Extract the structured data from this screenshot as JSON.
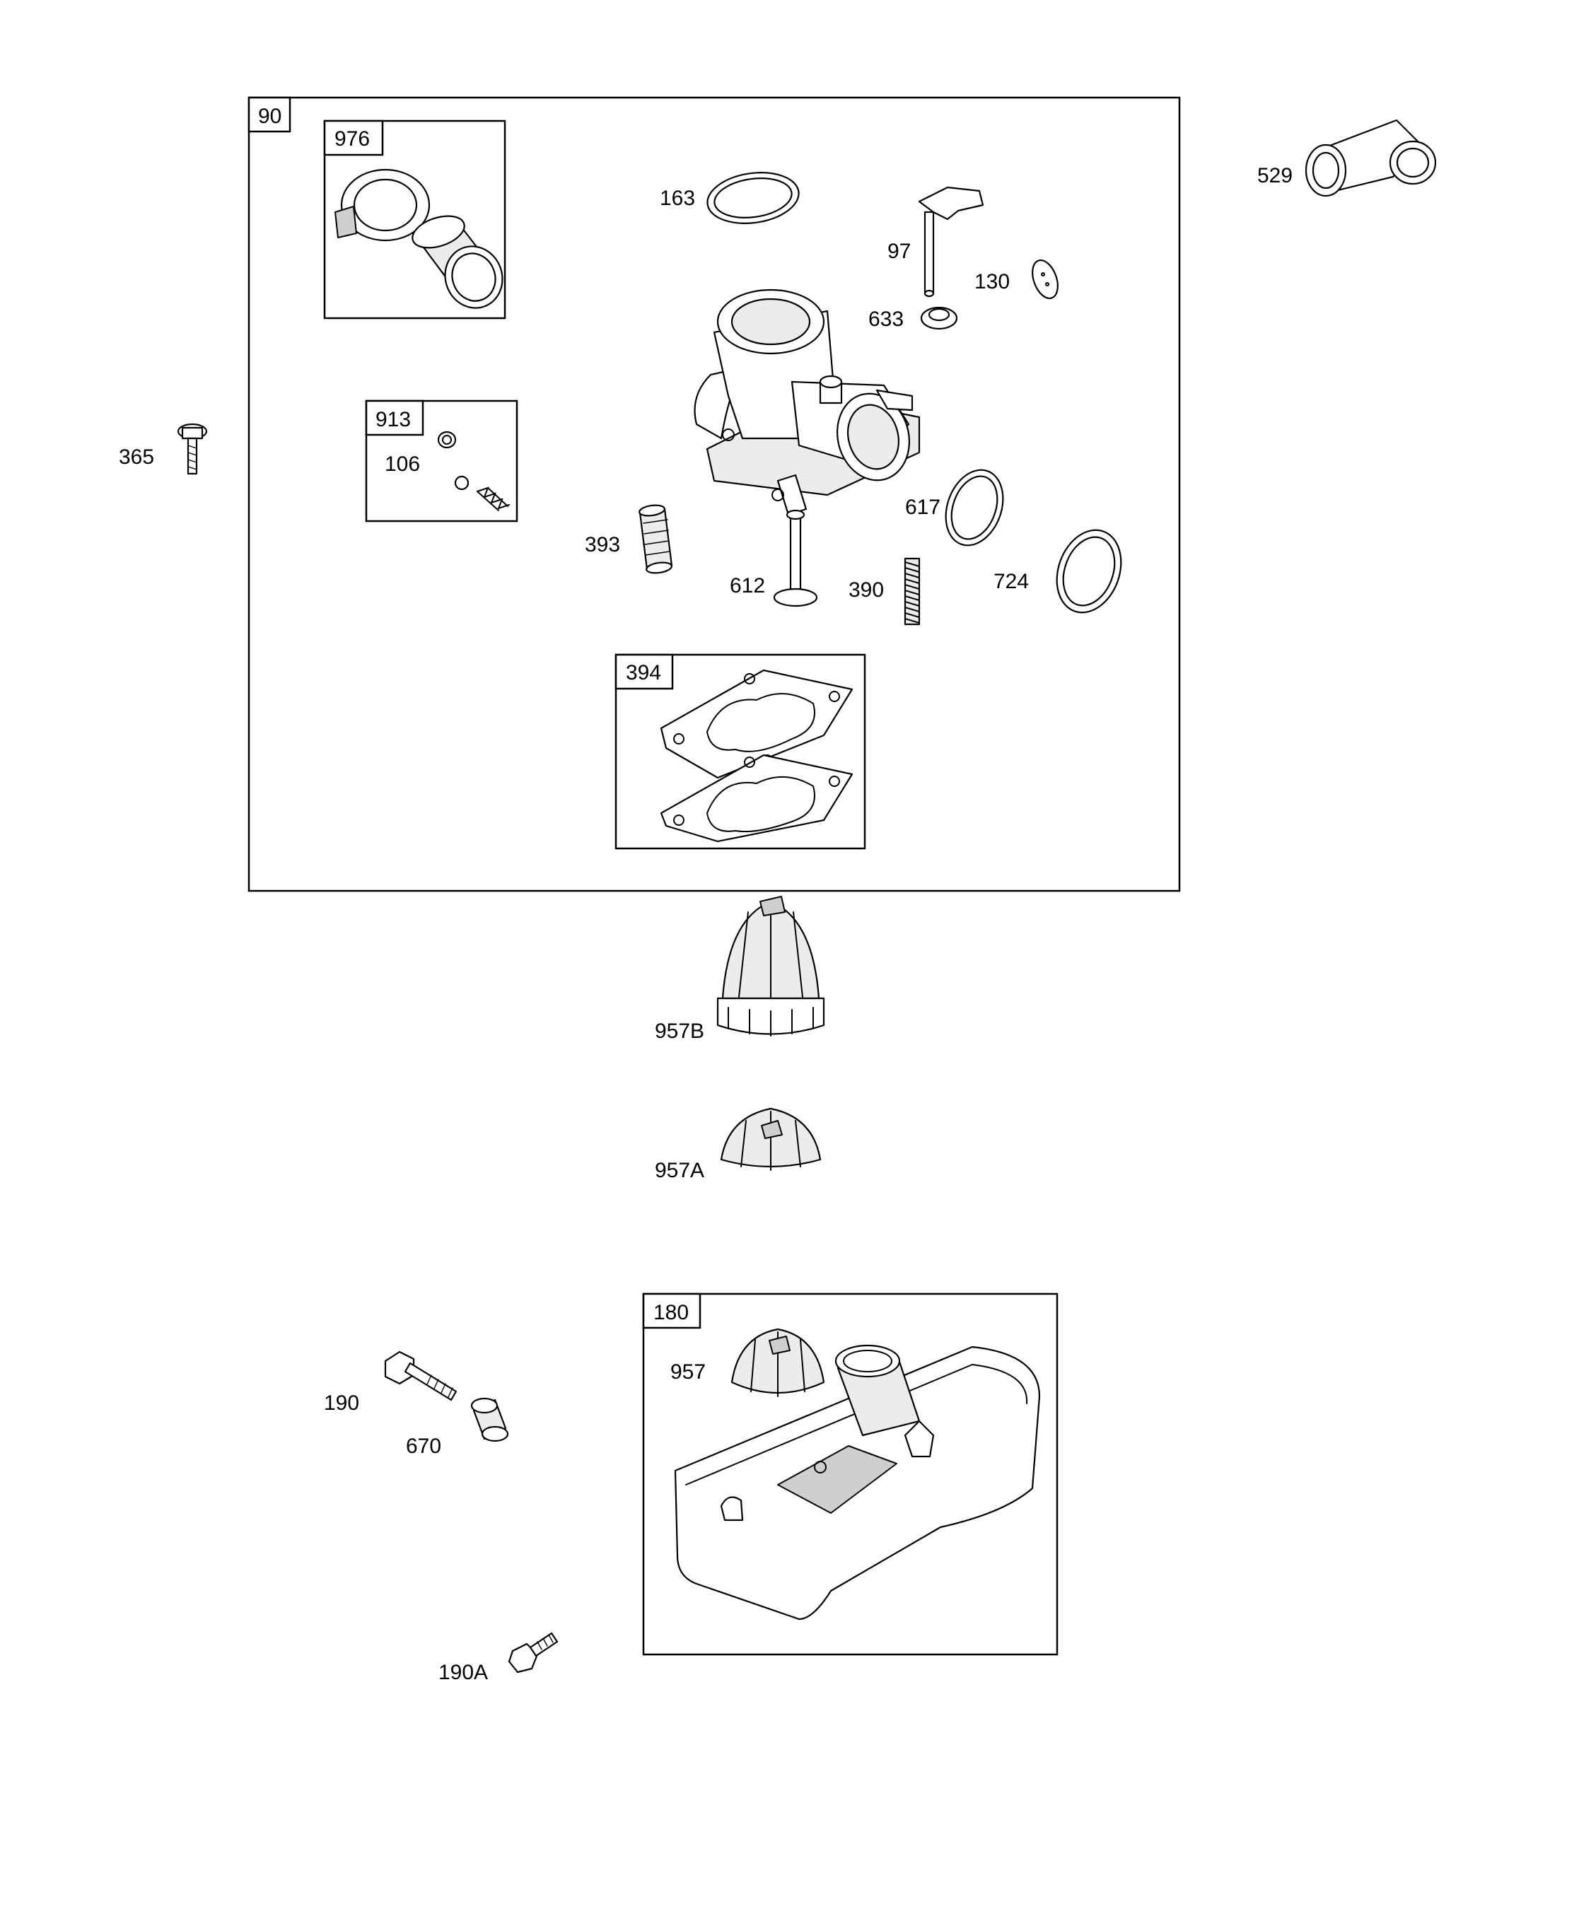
{
  "groups": {
    "g90": "90",
    "g976": "976",
    "g913": "913",
    "g394": "394",
    "g180": "180"
  },
  "callouts": {
    "c163": "163",
    "c97": "97",
    "c130": "130",
    "c633": "633",
    "c106": "106",
    "c393": "393",
    "c612": "612",
    "c390": "390",
    "c617": "617",
    "c724": "724",
    "c529": "529",
    "c365": "365",
    "c957B": "957B",
    "c957A": "957A",
    "c957": "957",
    "c190": "190",
    "c670": "670",
    "c190A": "190A"
  }
}
